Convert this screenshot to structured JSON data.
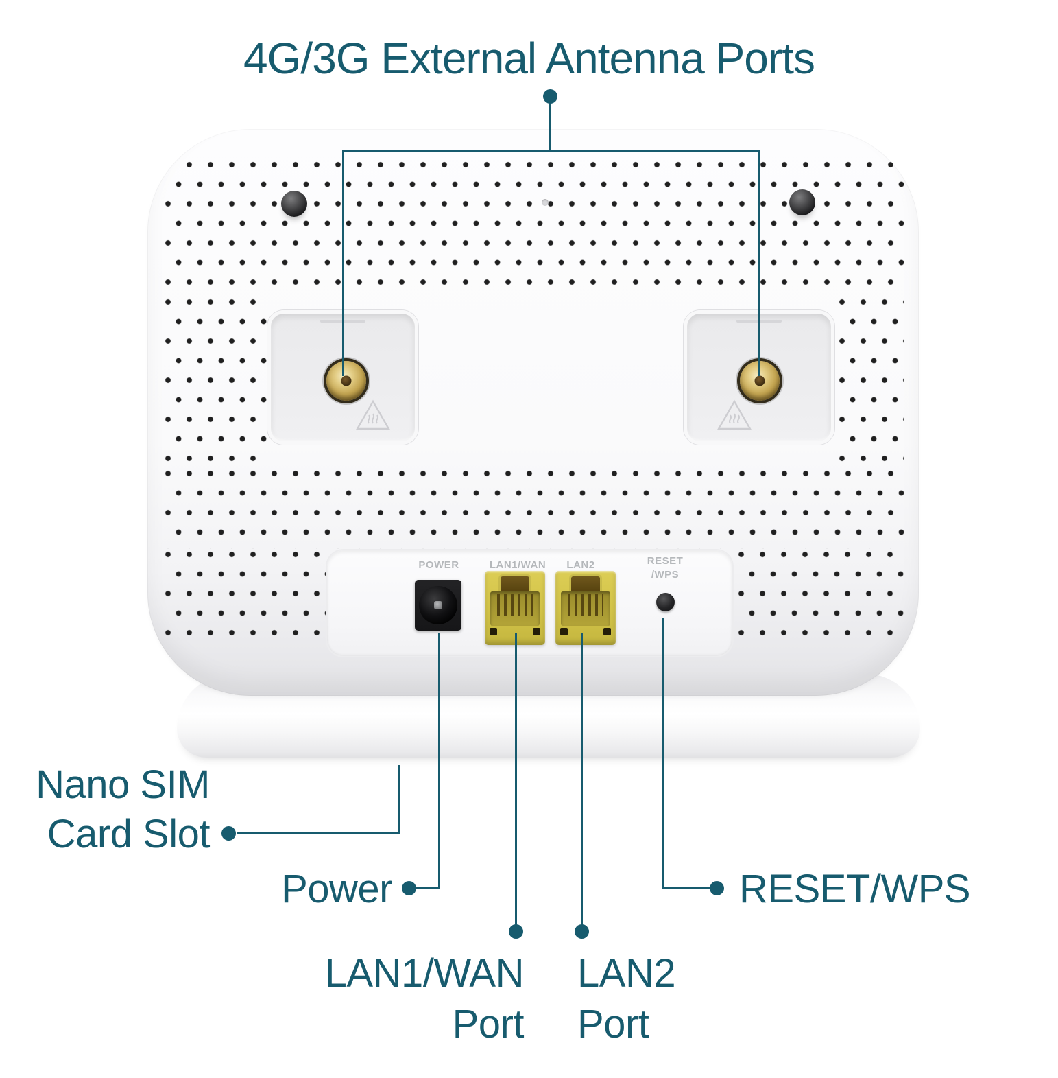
{
  "title": "4G/3G External Antenna Ports",
  "callouts": {
    "nano_sim": {
      "line1": "Nano SIM",
      "line2": "Card Slot"
    },
    "power": {
      "label": "Power"
    },
    "reset_wps": {
      "label": "RESET/WPS"
    },
    "lan1": {
      "line1": "LAN1/WAN",
      "line2": "Port"
    },
    "lan2": {
      "line1": "LAN2",
      "line2": "Port"
    }
  },
  "device_panel": {
    "power": "POWER",
    "lan1_wan": "LAN1/WAN",
    "lan2": "LAN2",
    "reset_line1": "RESET",
    "reset_line2": "/WPS"
  },
  "colors": {
    "accent_teal": "#175B6E",
    "perforation_dot": "#202020",
    "port_yellow": "#D2C348",
    "gold_connector": "#C3A450",
    "panel_label_gray": "#B5B8BB"
  }
}
